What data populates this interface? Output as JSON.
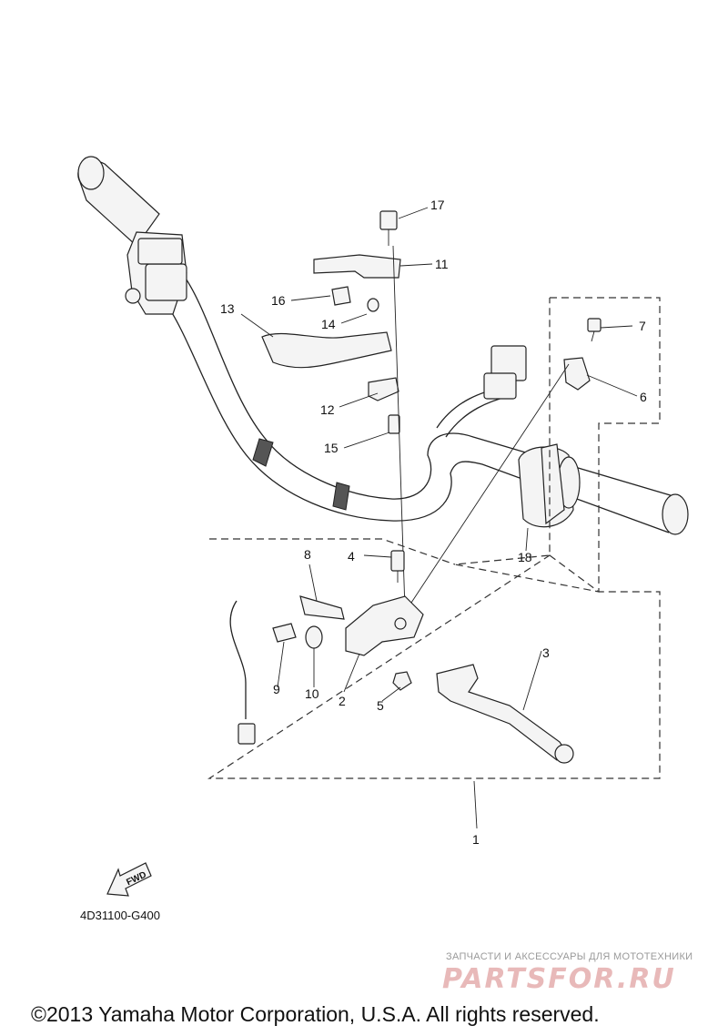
{
  "callouts": [
    "1",
    "2",
    "3",
    "4",
    "5",
    "6",
    "7",
    "8",
    "9",
    "10",
    "11",
    "12",
    "13",
    "14",
    "15",
    "16",
    "17",
    "18"
  ],
  "fwd_label": "FWD",
  "diagram_code": "4D31100-G400",
  "watermark": {
    "tagline": "ЗАПЧАСТИ И АКСЕССУАРЫ ДЛЯ МОТОТЕХНИКИ",
    "logo": "PARTSFOR.RU"
  },
  "copyright": "©2013 Yamaha Motor Corporation, U.S.A. All rights reserved."
}
